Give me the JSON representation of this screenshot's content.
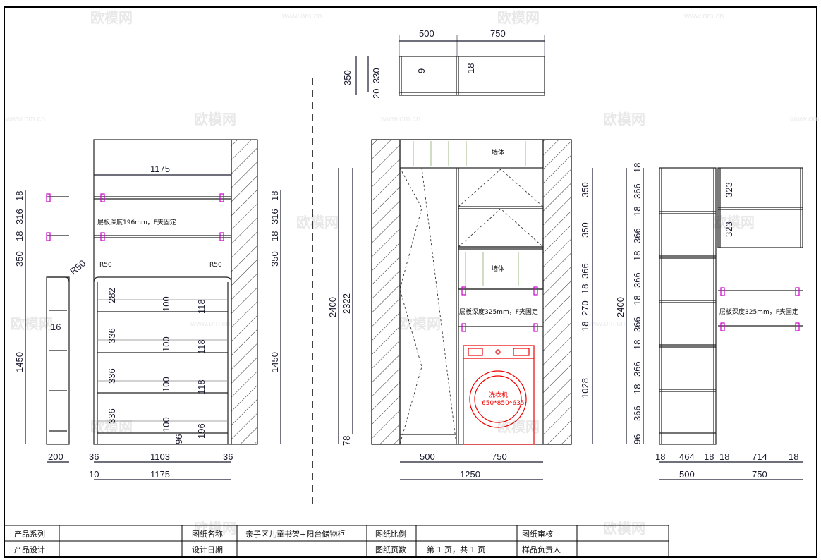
{
  "watermark": {
    "brand": "欧模网",
    "site": "www.om.cn"
  },
  "top_view": {
    "widths": [
      "500",
      "750"
    ],
    "height_total": "350",
    "height_inner": "330",
    "thickness": "20",
    "inner_left": "9",
    "inner_right": "18"
  },
  "left_elev": {
    "top_width": "1175",
    "left_dims": [
      "18",
      "316",
      "18",
      "350",
      "1450"
    ],
    "right_dims": [
      "18",
      "316",
      "18",
      "350",
      "1450"
    ],
    "radius": "R50",
    "r_small_left": "R50",
    "r_small_right": "R50",
    "shelf_note": "层板深度196mm，F夹固定",
    "gaps": [
      "282",
      "336",
      "336",
      "336"
    ],
    "inner_100": [
      "100",
      "100",
      "100",
      "100"
    ],
    "inner_118": [
      "118",
      "118",
      "118",
      "196"
    ],
    "small_96": "96",
    "small_16": "16",
    "bottom1": [
      "200",
      "36",
      "1103",
      "36"
    ],
    "bottom2": [
      "10",
      "1175"
    ]
  },
  "mid_elev": {
    "wall_top": "墙体",
    "wall_mid": "墙体",
    "left_dims": [
      "2400",
      "2322",
      "78"
    ],
    "right_dims": [
      "350",
      "350",
      "366",
      "18",
      "270",
      "18",
      "1028"
    ],
    "shelf_note": "层板深度325mm，F夹固定",
    "washer_title": "洗衣机",
    "washer_size": "650*850*635",
    "bottom1": [
      "500",
      "750"
    ],
    "bottom2": [
      "1250"
    ]
  },
  "right_elev": {
    "left_dims": [
      "18",
      "366",
      "18",
      "366",
      "18",
      "366",
      "18",
      "366",
      "18",
      "366",
      "18",
      "366",
      "96"
    ],
    "total": "2400",
    "inner_dims": [
      "323",
      "323"
    ],
    "shelf_note": "层板深度325mm，F夹固定",
    "bottom1": [
      "18",
      "464",
      "18",
      "18",
      "714",
      "18"
    ],
    "bottom2": [
      "500",
      "750"
    ]
  },
  "title_block": {
    "series_label": "产品系列",
    "design_label": "产品设计",
    "name_label": "图纸名称",
    "name_value": "亲子区儿童书架+阳台储物柜",
    "date_label": "设计日期",
    "scale_label": "图纸比例",
    "pages_label": "图纸页数",
    "pages_value": "第 1 页，共 1 页",
    "review_label": "图纸审核",
    "sample_label": "样品负责人"
  }
}
